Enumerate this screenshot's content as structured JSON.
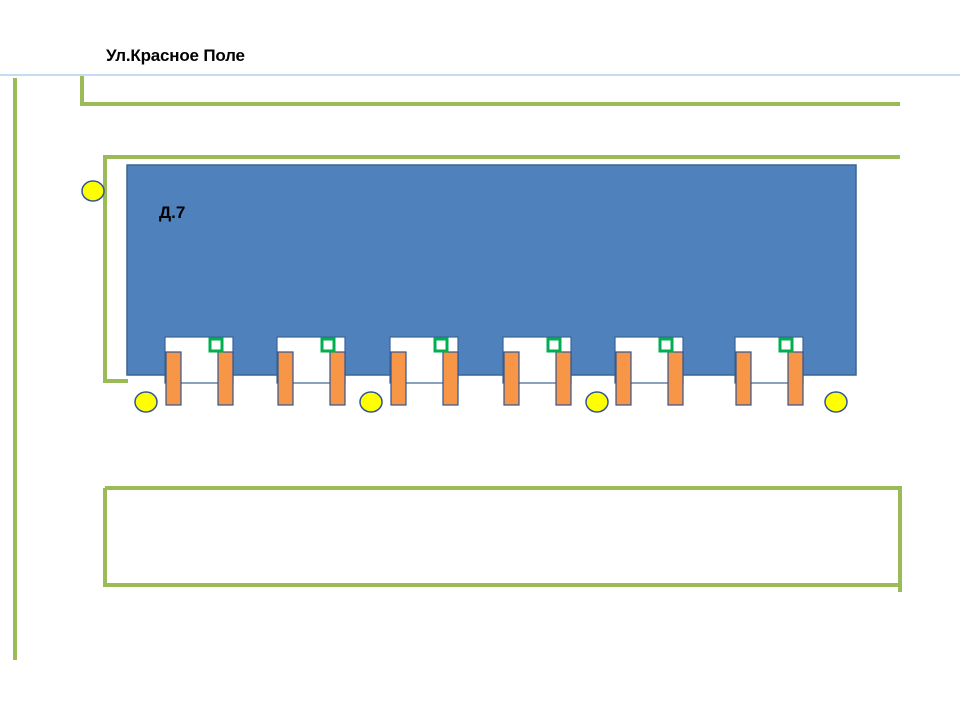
{
  "map": {
    "street_name": "Ул.Красное Поле",
    "building_label": "Д.7",
    "colors": {
      "building": "#4f81bd",
      "building_border": "#3a6594",
      "boundary": "#9bbb59",
      "divider": "#8eb4e3",
      "lamp": "#ffff00",
      "lamp_border": "#2f5597",
      "pillar": "#f79646",
      "pillar_border": "#2f5597",
      "entrance_marker": "#00b050"
    },
    "entrances_count": 6,
    "lamps_count": 5
  }
}
